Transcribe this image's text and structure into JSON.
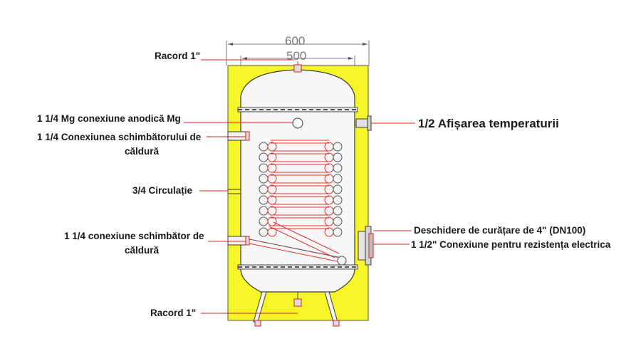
{
  "dimensions": {
    "outer_width": "600",
    "inner_width": "500"
  },
  "labels": {
    "top_connection": "Racord 1\"",
    "anode": "1 1/4 Mg conexiune anodică Mg",
    "exchanger_top_line1": "1 1/4 Conexiunea schimbătorului de",
    "exchanger_top_line2": "căldură",
    "circulation": "3/4 Circulație",
    "exchanger_bottom_line1": "1 1/4 conexiune schimbător de",
    "exchanger_bottom_line2": "căldură",
    "bottom_connection": "Racord 1\"",
    "temperature": "1/2 Afișarea temperaturii",
    "cleaning_opening": "Deschidere de curățare de 4\" (DN100)",
    "heater_connection": "1 1/2\" Conexiune pentru rezistența electrica"
  },
  "colors": {
    "insulation": "#f5f528",
    "leader_line": "#e02020",
    "coil": "#e53030",
    "outline": "#3a3a3a",
    "dimension_text": "#7a7a7a"
  }
}
